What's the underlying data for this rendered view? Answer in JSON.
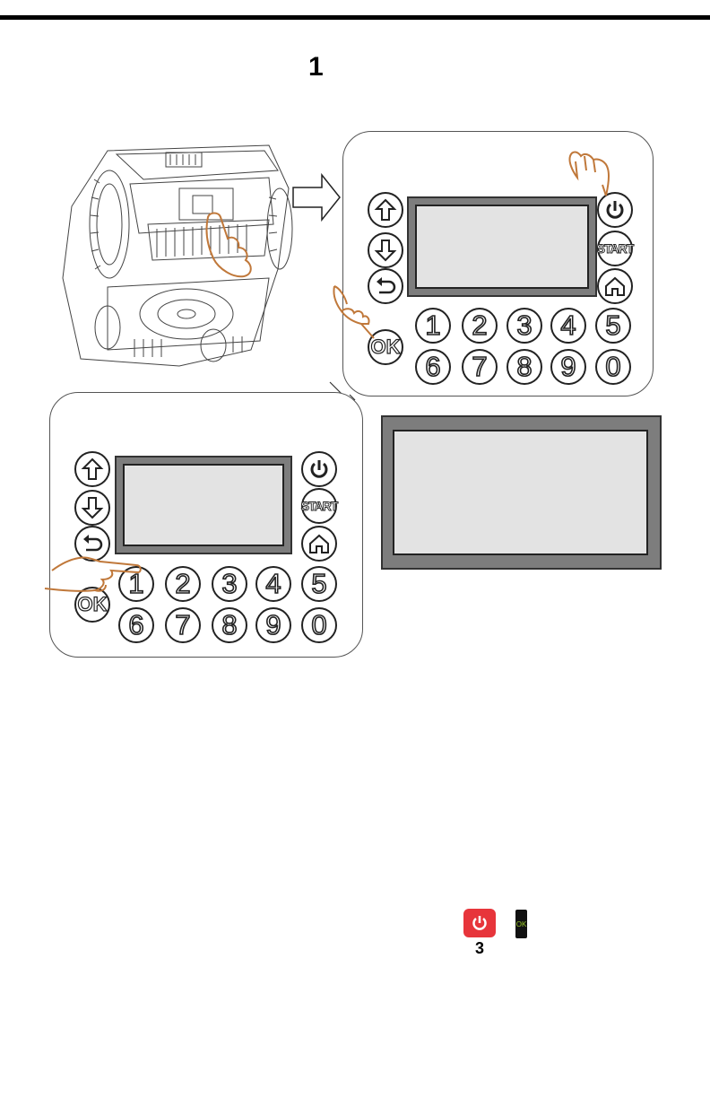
{
  "page": {
    "step_number": "1",
    "footer_step_number": "3"
  },
  "keypad": {
    "digits_row1": [
      "1",
      "2",
      "3",
      "4",
      "5"
    ],
    "digits_row2": [
      "6",
      "7",
      "8",
      "9",
      "0"
    ],
    "ok_label": "OK",
    "start_label": "START"
  },
  "footer_icons": {
    "ok_label": "OK"
  },
  "colors": {
    "hand_outline": "#c0783a",
    "power_button_red": "#e7353b",
    "ok_key_green": "#9ccc2a",
    "screen_bezel": "#7d7d7d",
    "screen_face": "#e3e3e3"
  }
}
